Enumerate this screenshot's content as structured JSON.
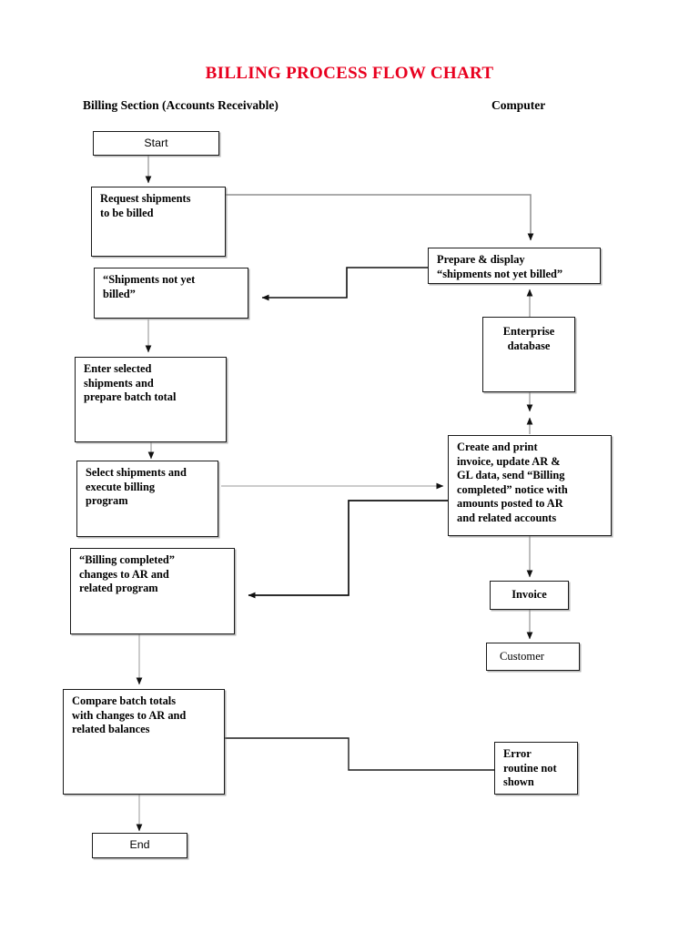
{
  "document": {
    "title": "BILLING PROCESS FLOW CHART",
    "title_color": "#e8001f"
  },
  "columns": {
    "left_header": "Billing Section (Accounts Receivable)",
    "right_header": "Computer"
  },
  "nodes": {
    "start": "Start",
    "request_shipments": "Request shipments\nto be billed",
    "shipments_not_yet_billed": "“Shipments not yet\nbilled”",
    "enter_selected": "Enter selected\nshipments and\nprepare batch total",
    "select_shipments": "Select shipments and\nexecute billing\nprogram",
    "billing_completed": "“Billing completed”\nchanges to AR and\nrelated program",
    "compare_batch_totals": "Compare batch totals\nwith changes to AR and\nrelated balances",
    "end": "End",
    "prepare_display": "Prepare & display\n“shipments not yet billed”",
    "enterprise_database": "Enterprise\ndatabase",
    "create_and_print": "Create and print\ninvoice, update AR &\nGL data, send “Billing\ncompleted” notice with\namounts posted to AR\nand related accounts",
    "invoice": "Invoice",
    "customer": "Customer",
    "error_routine": "Error\nroutine not\nshown"
  },
  "connectors": [
    {
      "name": "start-to-request",
      "kind": "arrow-down"
    },
    {
      "name": "request-to-prepare-display",
      "kind": "elbow-arrow-down"
    },
    {
      "name": "prepare-display-to-shipments-not-yet-billed",
      "kind": "elbow-arrow-left"
    },
    {
      "name": "shipments-not-yet-billed-to-enter-selected",
      "kind": "arrow-down"
    },
    {
      "name": "enter-selected-to-select-shipments",
      "kind": "arrow-down"
    },
    {
      "name": "select-shipments-to-create-and-print",
      "kind": "arrow-right"
    },
    {
      "name": "enterprise-database-to-prepare-display",
      "kind": "arrow-up"
    },
    {
      "name": "create-and-print-to-enterprise-database",
      "kind": "double-arrow-vertical"
    },
    {
      "name": "create-and-print-to-billing-completed",
      "kind": "elbow-arrow-left"
    },
    {
      "name": "create-and-print-to-invoice",
      "kind": "arrow-down"
    },
    {
      "name": "invoice-to-customer",
      "kind": "arrow-down"
    },
    {
      "name": "billing-completed-to-compare-batch",
      "kind": "arrow-down"
    },
    {
      "name": "compare-batch-to-error-routine",
      "kind": "elbow-line"
    },
    {
      "name": "compare-batch-to-end",
      "kind": "arrow-down"
    }
  ]
}
